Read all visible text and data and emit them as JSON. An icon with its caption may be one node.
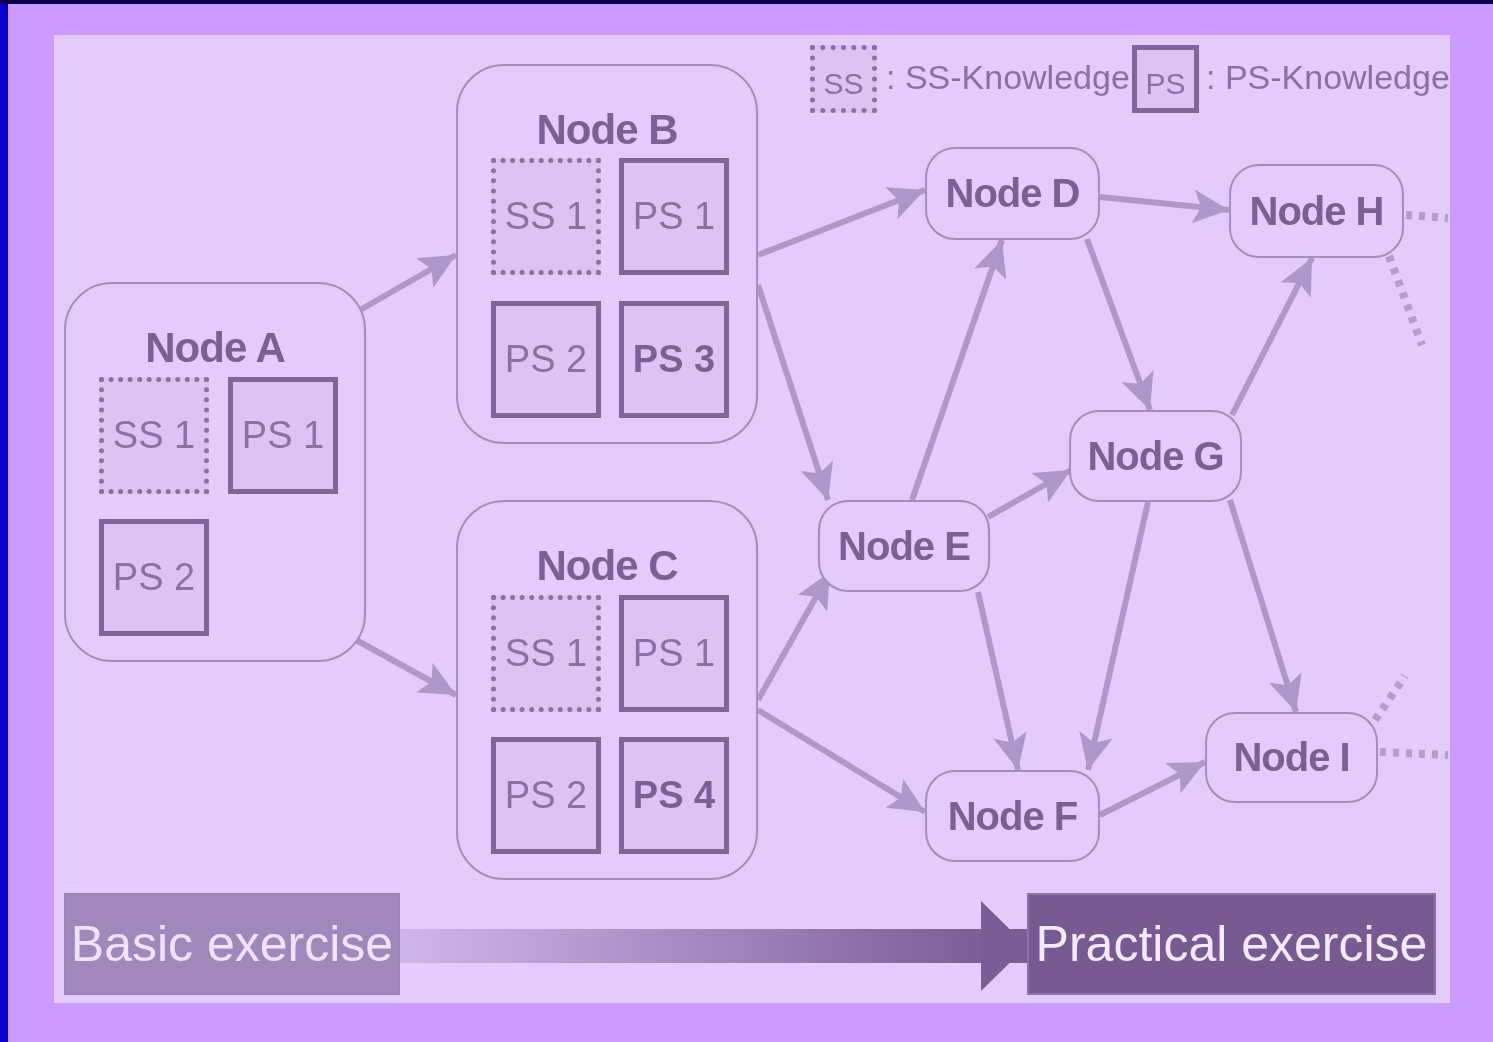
{
  "diagram": {
    "nodes": [
      {
        "text": [
          "Node A"
        ]
      },
      {
        "text": [
          "SS 1"
        ],
        "in": 0
      },
      {
        "text": [
          "PS 1"
        ],
        "in": 0
      },
      {
        "text": [
          "PS 2"
        ],
        "in": 0
      },
      {
        "text": [
          "Node B"
        ]
      },
      {
        "text": [
          "SS 1"
        ],
        "in": 4
      },
      {
        "text": [
          "PS 1"
        ],
        "in": 4
      },
      {
        "text": [
          "PS 2"
        ],
        "in": 4
      },
      {
        "text": [
          "PS 3"
        ],
        "in": 4
      },
      {
        "text": [
          "Node C"
        ]
      },
      {
        "text": [
          "SS 1"
        ],
        "in": 9
      },
      {
        "text": [
          "PS 1"
        ],
        "in": 9
      },
      {
        "text": [
          "PS 2"
        ],
        "in": 9
      },
      {
        "text": [
          "PS 4"
        ],
        "in": 9
      },
      {
        "text": [
          "Node D"
        ]
      },
      {
        "text": [
          "Node E"
        ]
      },
      {
        "text": [
          "Node F"
        ]
      },
      {
        "text": [
          "Node G"
        ]
      },
      {
        "text": [
          "Node H"
        ]
      },
      {
        "text": [
          "Node I"
        ]
      },
      {
        "text": [
          "Basic exercise"
        ]
      },
      {
        "text": [
          "Practical exercise"
        ]
      }
    ],
    "edges": [
      {
        "from": 0,
        "to": 4,
        "arrow": "to"
      },
      {
        "from": 0,
        "to": 9,
        "arrow": "to"
      },
      {
        "from": 4,
        "to": 14,
        "arrow": "to"
      },
      {
        "from": 4,
        "to": 15,
        "arrow": "to"
      },
      {
        "from": 9,
        "to": 15,
        "arrow": "to"
      },
      {
        "from": 9,
        "to": 16,
        "arrow": "to"
      },
      {
        "from": 15,
        "to": 14,
        "arrow": "to"
      },
      {
        "from": 15,
        "to": 17,
        "arrow": "to"
      },
      {
        "from": 15,
        "to": 16,
        "arrow": "to"
      },
      {
        "from": 14,
        "to": 18,
        "arrow": "to"
      },
      {
        "from": 14,
        "to": 17,
        "arrow": "to"
      },
      {
        "from": 17,
        "to": 18,
        "arrow": "to"
      },
      {
        "from": 17,
        "to": 16,
        "arrow": "to"
      },
      {
        "from": 17,
        "to": 19,
        "arrow": "to"
      },
      {
        "from": 16,
        "to": 19,
        "arrow": "to"
      },
      {
        "from": 18,
        "to": null,
        "arrow": "none",
        "style": "dashed"
      },
      {
        "from": 18,
        "to": null,
        "arrow": "none",
        "style": "dashed"
      },
      {
        "from": 19,
        "to": null,
        "arrow": "none",
        "style": "dashed"
      },
      {
        "from": 19,
        "to": null,
        "arrow": "none",
        "style": "dashed"
      },
      {
        "from": 20,
        "to": 21,
        "arrow": "to",
        "style": "thick"
      }
    ],
    "labels": [
      "SS",
      "PS"
    ],
    "legend": [
      {
        "text": ": SS-Knowledge"
      },
      {
        "text": ": PS-Knowledge"
      }
    ]
  }
}
